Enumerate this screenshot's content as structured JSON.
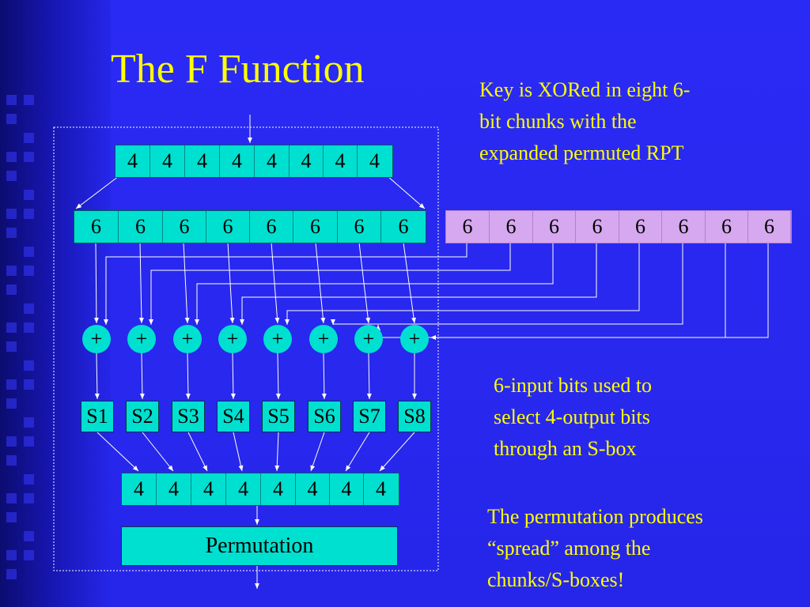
{
  "title": "The F Function",
  "notes": {
    "key_xor": "Key is XORed in eight 6-bit chunks with the expanded permuted RPT",
    "key_xor_lines": [
      "Key is XORed in eight 6-",
      "bit chunks with the",
      "expanded permuted RPT"
    ],
    "sbox_lines": [
      "6-input bits used to",
      "select 4-output bits",
      "through an S-box"
    ],
    "permutation_lines": [
      "The permutation produces",
      "“spread” among the",
      "chunks/S-boxes!"
    ]
  },
  "top_row": [
    "4",
    "4",
    "4",
    "4",
    "4",
    "4",
    "4",
    "4"
  ],
  "expanded_row": [
    "6",
    "6",
    "6",
    "6",
    "6",
    "6",
    "6",
    "6"
  ],
  "key_row": [
    "6",
    "6",
    "6",
    "6",
    "6",
    "6",
    "6",
    "6"
  ],
  "xor_symbols": [
    "+",
    "+",
    "+",
    "+",
    "+",
    "+",
    "+",
    "+"
  ],
  "sboxes": [
    "S1",
    "S2",
    "S3",
    "S4",
    "S5",
    "S6",
    "S7",
    "S8"
  ],
  "output_row": [
    "4",
    "4",
    "4",
    "4",
    "4",
    "4",
    "4",
    "4"
  ],
  "permutation_label": "Permutation",
  "colors": {
    "background": "#2626ea",
    "title_text": "#ffff00",
    "box_teal": "#00e0d0",
    "box_violet": "#d6a8ef",
    "line_white": "#ffffff"
  }
}
